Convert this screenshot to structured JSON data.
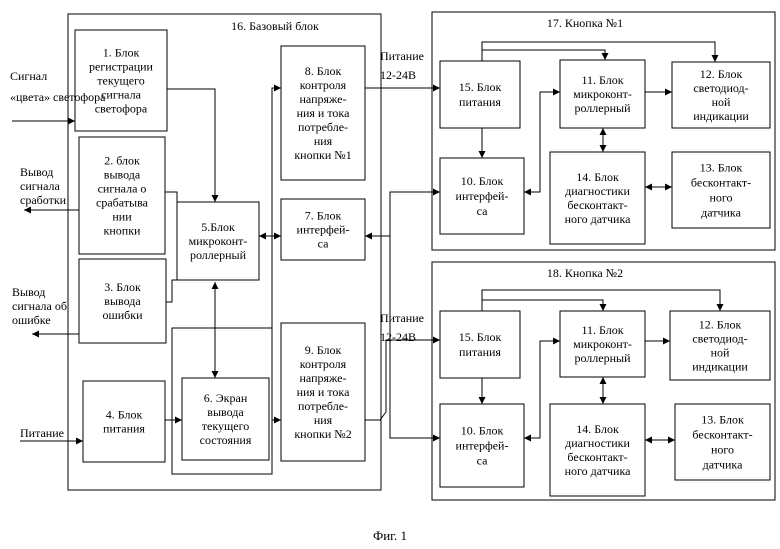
{
  "figure_caption": "Фиг. 1",
  "groups": {
    "base": "16. Базовый блок",
    "button1": "17. Кнопка №1",
    "button2": "18. Кнопка №2"
  },
  "external": {
    "signal": [
      "Сигнал",
      "«цвета» светофора"
    ],
    "output_trigger": [
      "Вывод",
      "сигнала",
      "сработки"
    ],
    "output_error": [
      "Вывод",
      "сигнала об",
      "ошибке"
    ],
    "power_in": "Питание",
    "power1": [
      "Питание",
      "12-24В"
    ],
    "power2": [
      "Питание",
      "12-24В"
    ]
  },
  "blocks": {
    "b1": [
      "1. Блок",
      "регистрации",
      "текущего",
      "сигнала",
      "светофора"
    ],
    "b2": [
      "2. блок",
      "вывода",
      "сигнала о",
      "срабатыва",
      "нии",
      "кнопки"
    ],
    "b3": [
      "3. Блок",
      "вывода",
      "ошибки"
    ],
    "b4": [
      "4. Блок",
      "питания"
    ],
    "b5": [
      "5.Блок",
      "микроконт-",
      "роллерный"
    ],
    "b6": [
      "6. Экран",
      "вывода",
      "текущего",
      "состояния"
    ],
    "b7": [
      "7. Блок",
      "интерфей-",
      "са"
    ],
    "b8": [
      "8. Блок",
      "контроля",
      "напряже-",
      "ния и тока",
      "потребле-",
      "ния",
      "кнопки №1"
    ],
    "b9": [
      "9. Блок",
      "контроля",
      "напряже-",
      "ния и тока",
      "потребле-",
      "ния",
      "кнопки №2"
    ],
    "k1_15": [
      "15. Блок",
      "питания"
    ],
    "k1_11": [
      "11. Блок",
      "микроконт-",
      "роллерный"
    ],
    "k1_12": [
      "12. Блок",
      "светодиод-",
      "ной",
      "индикации"
    ],
    "k1_10": [
      "10. Блок",
      "интерфей-",
      "са"
    ],
    "k1_14": [
      "14. Блок",
      "диагностики",
      "бесконтакт-",
      "ного датчика"
    ],
    "k1_13": [
      "13. Блок",
      "бесконтакт-",
      "ного",
      "датчика"
    ],
    "k2_15": [
      "15. Блок",
      "питания"
    ],
    "k2_11": [
      "11. Блок",
      "микроконт-",
      "роллерный"
    ],
    "k2_12": [
      "12. Блок",
      "светодиод-",
      "ной",
      "индикации"
    ],
    "k2_10": [
      "10. Блок",
      "интерфей-",
      "са"
    ],
    "k2_14": [
      "14. Блок",
      "диагностики",
      "бесконтакт-",
      "ного датчика"
    ],
    "k2_13": [
      "13. Блок",
      "бесконтакт-",
      "ного",
      "датчика"
    ]
  }
}
